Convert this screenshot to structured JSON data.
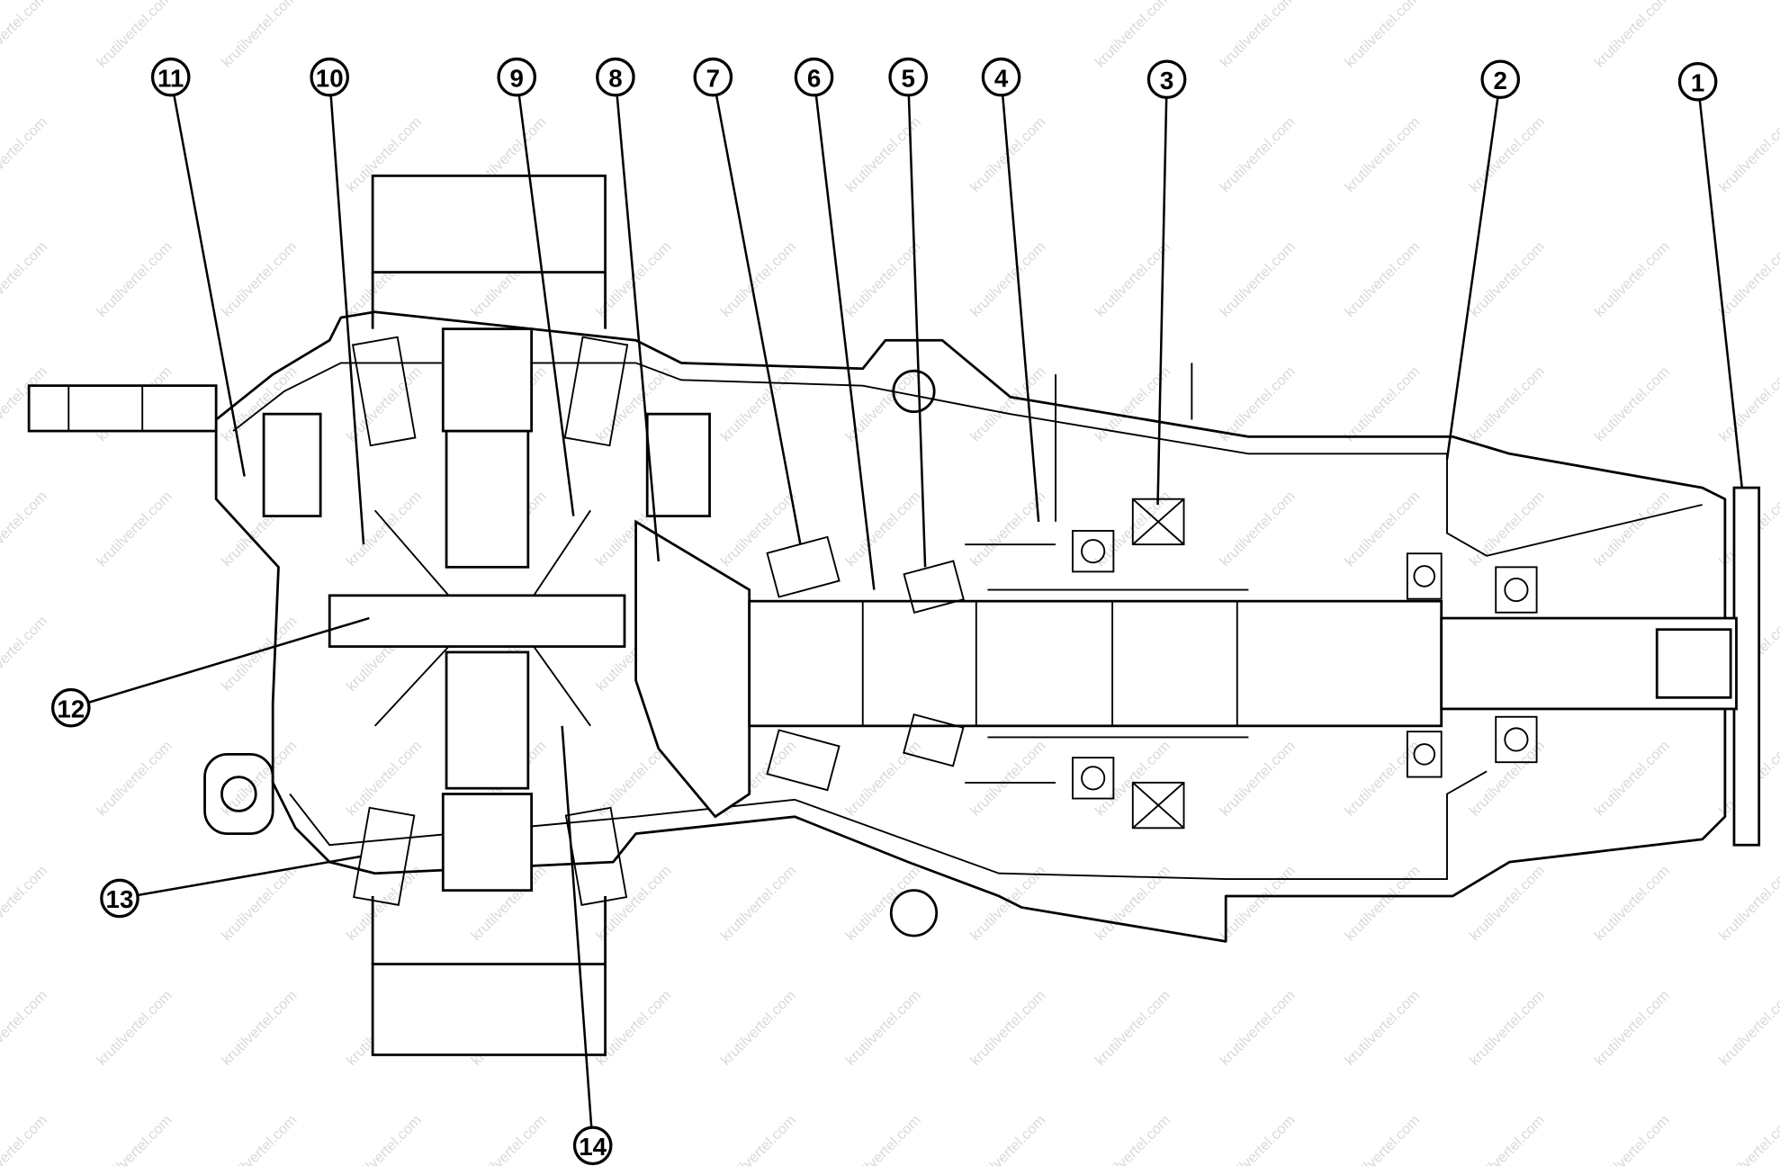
{
  "figure": {
    "watermark": "krutilvertel.com",
    "callouts": [
      "1",
      "2",
      "3",
      "4",
      "5",
      "6",
      "7",
      "8",
      "9",
      "10",
      "11",
      "12",
      "13",
      "14"
    ]
  }
}
